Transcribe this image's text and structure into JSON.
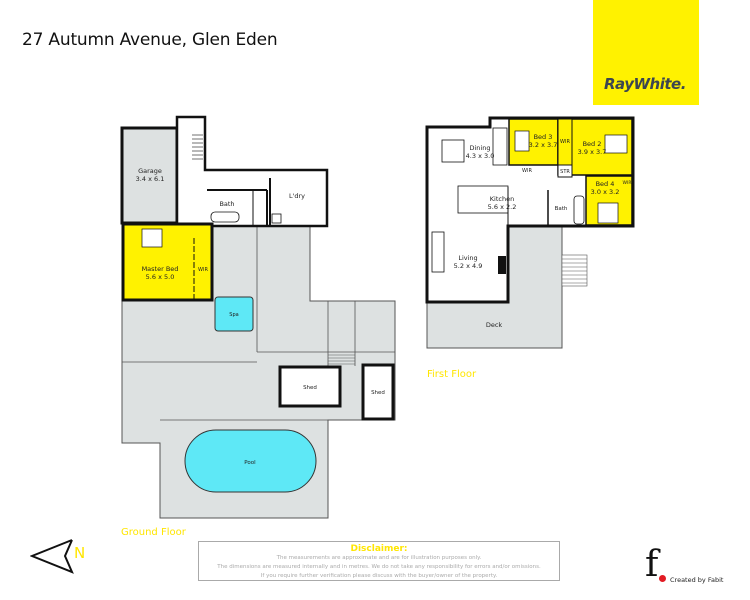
{
  "title": "27 Autumn Avenue, Glen Eden",
  "logo": {
    "text": "RayWhite.",
    "color": "#fff200"
  },
  "colors": {
    "bedroom": "#fff200",
    "deck": "#dde1e1",
    "water": "#5ee8f6",
    "wall": "#111111",
    "label": "#ffe600"
  },
  "ground_floor": {
    "label": "Ground Floor",
    "rooms": {
      "garage": {
        "name": "Garage",
        "size": "3.4 x 6.1"
      },
      "bath": {
        "name": "Bath"
      },
      "laundry": {
        "name": "L'dry"
      },
      "master_bed": {
        "name": "Master Bed",
        "size": "5.6 x 5.0"
      },
      "wir": {
        "name": "WIR"
      },
      "spa": {
        "name": "Spa"
      },
      "shed1": {
        "name": "Shed"
      },
      "shed2": {
        "name": "Shed"
      },
      "pool": {
        "name": "Pool"
      }
    }
  },
  "first_floor": {
    "label": "First Floor",
    "rooms": {
      "dining": {
        "name": "Dining",
        "size": "4.3 x 3.0"
      },
      "bed3": {
        "name": "Bed 3",
        "size": "3.2 x 3.7"
      },
      "bed3_wir": {
        "name": "WIR"
      },
      "bed2": {
        "name": "Bed 2",
        "size": "3.9 x 3.7"
      },
      "bed2_wir": {
        "name": "WIR"
      },
      "str": {
        "name": "STR"
      },
      "bed4": {
        "name": "Bed 4",
        "size": "3.0 x 3.2"
      },
      "bed4_wir": {
        "name": "WIR"
      },
      "kitchen": {
        "name": "Kitchen",
        "size": "5.6 x 2.2"
      },
      "bath": {
        "name": "Bath"
      },
      "living": {
        "name": "Living",
        "size": "5.2 x 4.9"
      },
      "deck": {
        "name": "Deck"
      }
    }
  },
  "compass": {
    "label": "N"
  },
  "disclaimer": {
    "heading": "Disclaimer:",
    "lines": [
      "The measurements are approximate and are for illustration purposes only.",
      "The dimensions are measured internally and in metres. We do not take any responsibility for errors and/or omissions.",
      "If you require further verification please discuss with the buyer/owner of the property."
    ]
  },
  "credit": {
    "mark": "f",
    "text": "Created by Fabit"
  }
}
